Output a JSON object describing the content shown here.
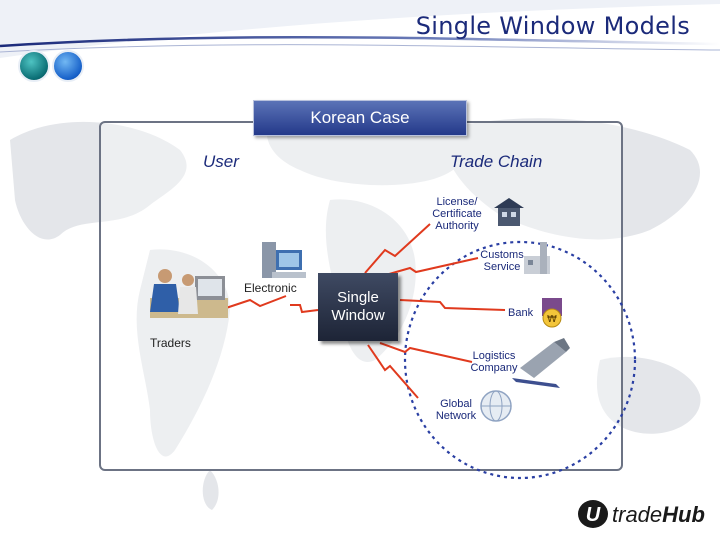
{
  "slide": {
    "title": "Single Window Models"
  },
  "banner": {
    "label": "Korean Case"
  },
  "columns": {
    "user": "User",
    "trade_chain": "Trade Chain"
  },
  "nodes": {
    "traders": "Traders",
    "electronic": "Electronic",
    "single_window": [
      "Single",
      "Window"
    ],
    "license": [
      "License/",
      "Certificate",
      "Authority"
    ],
    "customs": [
      "Customs",
      "Service"
    ],
    "bank": "Bank",
    "logistics": [
      "Logistics",
      "Company"
    ],
    "global": [
      "Global",
      "Network"
    ]
  },
  "logo": {
    "text": "trade",
    "text_bold": "Hub",
    "mark": "U"
  },
  "icons": [
    "traders-illustration",
    "computer-icon",
    "building-icon",
    "factory-icon",
    "bank-icon",
    "truck-icon",
    "globe-icon"
  ],
  "colors": {
    "title": "#1b2a7a",
    "banner": "#2e4390",
    "ring": "#2a3fa3",
    "link": "#e03a1e"
  }
}
